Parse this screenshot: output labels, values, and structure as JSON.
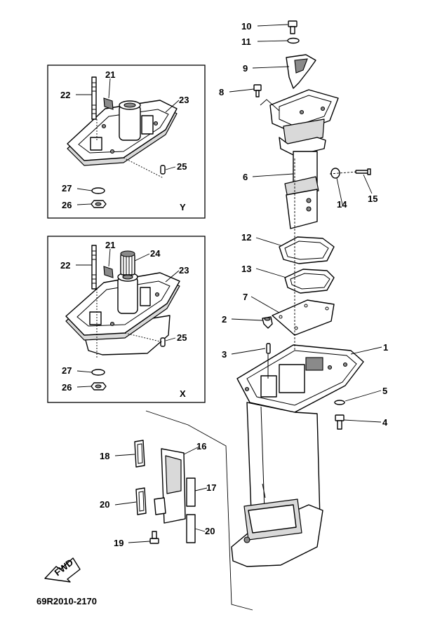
{
  "diagram": {
    "part_numbers": {
      "p1": "1",
      "p2": "2",
      "p3": "3",
      "p4": "4",
      "p5": "5",
      "p6": "6",
      "p7": "7",
      "p8": "8",
      "p9": "9",
      "p10": "10",
      "p11": "11",
      "p12": "12",
      "p13": "13",
      "p14": "14",
      "p15": "15",
      "p16": "16",
      "p17": "17",
      "p18": "18",
      "p19": "19",
      "p20": "20",
      "p21": "21",
      "p22": "22",
      "p23": "23",
      "p24": "24",
      "p25": "25",
      "p26": "26",
      "p27": "27"
    },
    "inset_y_label": "Y",
    "inset_x_label": "X",
    "fwd_label": "FWD",
    "drawing_code": "69R2010-2170"
  }
}
